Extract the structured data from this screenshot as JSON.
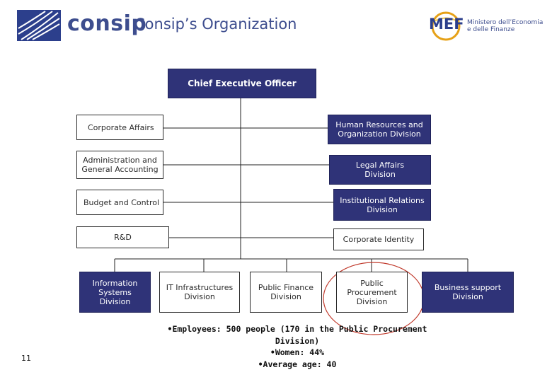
{
  "header": {
    "logo_text": "consip",
    "title": "Consip’s Organization",
    "mef_logo_text": "MEF",
    "mef_ministry_line1": "Ministero dell’Economia",
    "mef_ministry_line2": "e delle Finanze"
  },
  "chart": {
    "ceo": "Chief Executive Officer",
    "staff_left": [
      "Corporate Affairs",
      "Administration and General Accounting",
      "Budget and Control",
      "R&D"
    ],
    "staff_right": [
      "Human Resources and Organization Division",
      "Legal Affairs Division",
      "Institutional Relations Division",
      "Corporate Identity"
    ],
    "divisions": [
      "Information Systems Division",
      "IT Infrastructures Division",
      "Public Finance Division",
      "Public Procurement Division",
      "Business support Division"
    ]
  },
  "notes": {
    "employees": "•Employees: 500 people (170 in the Public Procurement Division)",
    "women": "•Women: 44%",
    "age": "•Average age: 40"
  },
  "page_number": "11",
  "colors": {
    "dark_box": "#2f3378",
    "highlight_ellipse": "#c0392b",
    "brand_blue": "#3d4d8e"
  }
}
